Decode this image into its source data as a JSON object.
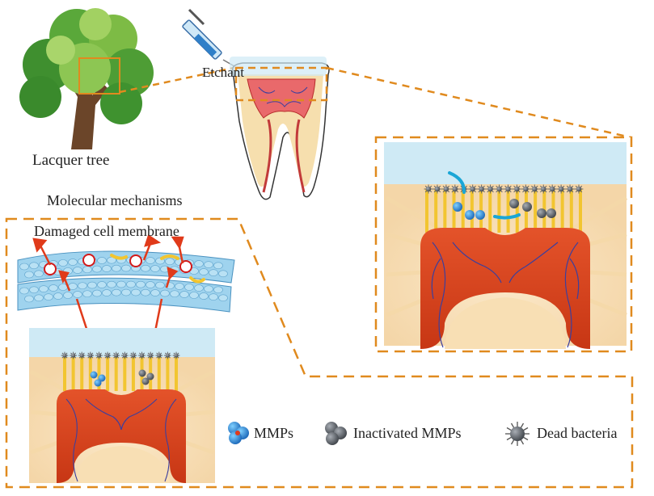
{
  "labels": {
    "lacquer_tree": "Lacquer tree",
    "etchant": "Etchant",
    "molecular_mechanisms": "Molecular mechanisms",
    "damaged_cell_membrane": "Damaged cell membrane"
  },
  "legend": [
    {
      "label": "MMPs",
      "icon": "mmp-cluster-icon",
      "color": "#2a8fd6"
    },
    {
      "label": "Inactivated MMPs",
      "icon": "inactivated-mmp-icon",
      "color": "#5a5f66"
    },
    {
      "label": "Dead bacteria",
      "icon": "dead-bacteria-icon",
      "color": "#777777"
    }
  ],
  "colors": {
    "dashed_border": "#e08a1e",
    "pulp": "#d9431c",
    "dentin": "#f7dfb4",
    "tubules": "#f2c530",
    "etchant_zone": "#cfeaf5",
    "cell_membrane": "#9fd3ee",
    "vessels": "#3b3f9e",
    "arrow": "#e03a1a"
  }
}
